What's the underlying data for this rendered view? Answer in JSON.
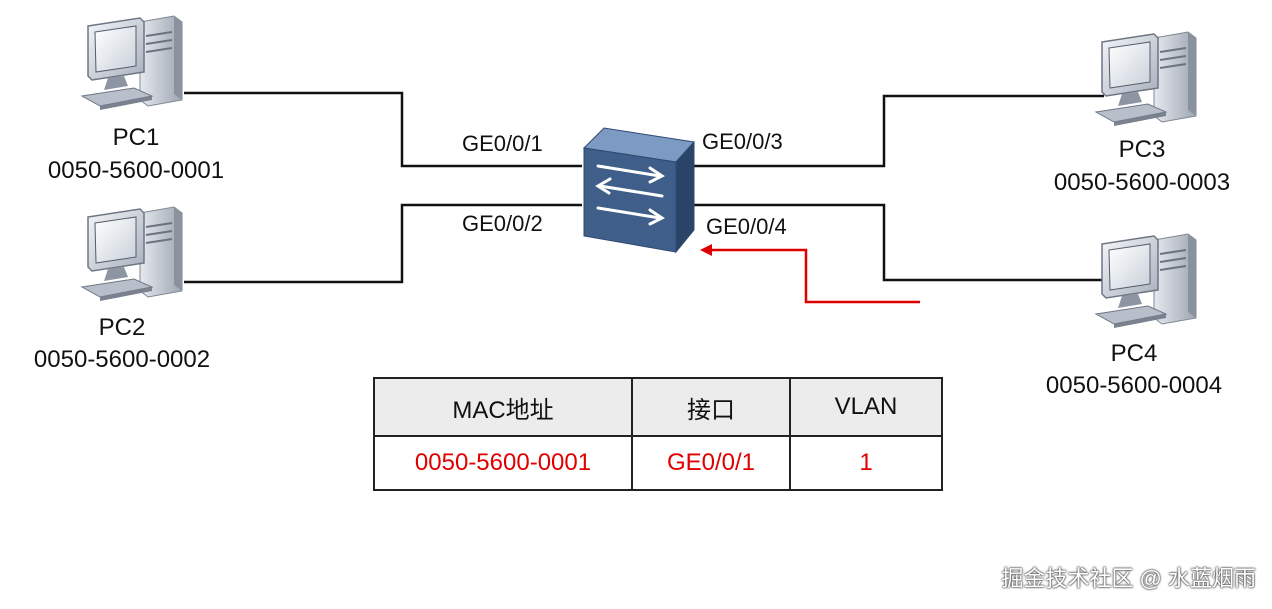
{
  "pcs": [
    {
      "name": "PC1",
      "mac": "0050-5600-0001"
    },
    {
      "name": "PC2",
      "mac": "0050-5600-0002"
    },
    {
      "name": "PC3",
      "mac": "0050-5600-0003"
    },
    {
      "name": "PC4",
      "mac": "0050-5600-0004"
    }
  ],
  "switch": {
    "ports": [
      "GE0/0/1",
      "GE0/0/2",
      "GE0/0/3",
      "GE0/0/4"
    ]
  },
  "mac_table": {
    "headers": [
      "MAC地址",
      "接口",
      "VLAN"
    ],
    "rows": [
      {
        "mac": "0050-5600-0001",
        "interface": "GE0/0/1",
        "vlan": "1"
      }
    ]
  },
  "colors": {
    "link": "#111111",
    "highlight": "#e00000",
    "switch_front": "#3f5f8a",
    "switch_top": "#7d9bc2",
    "switch_side": "#2a4468",
    "table_header_bg": "#ececec"
  },
  "watermark": "掘金技术社区 @ 水蓝烟雨"
}
